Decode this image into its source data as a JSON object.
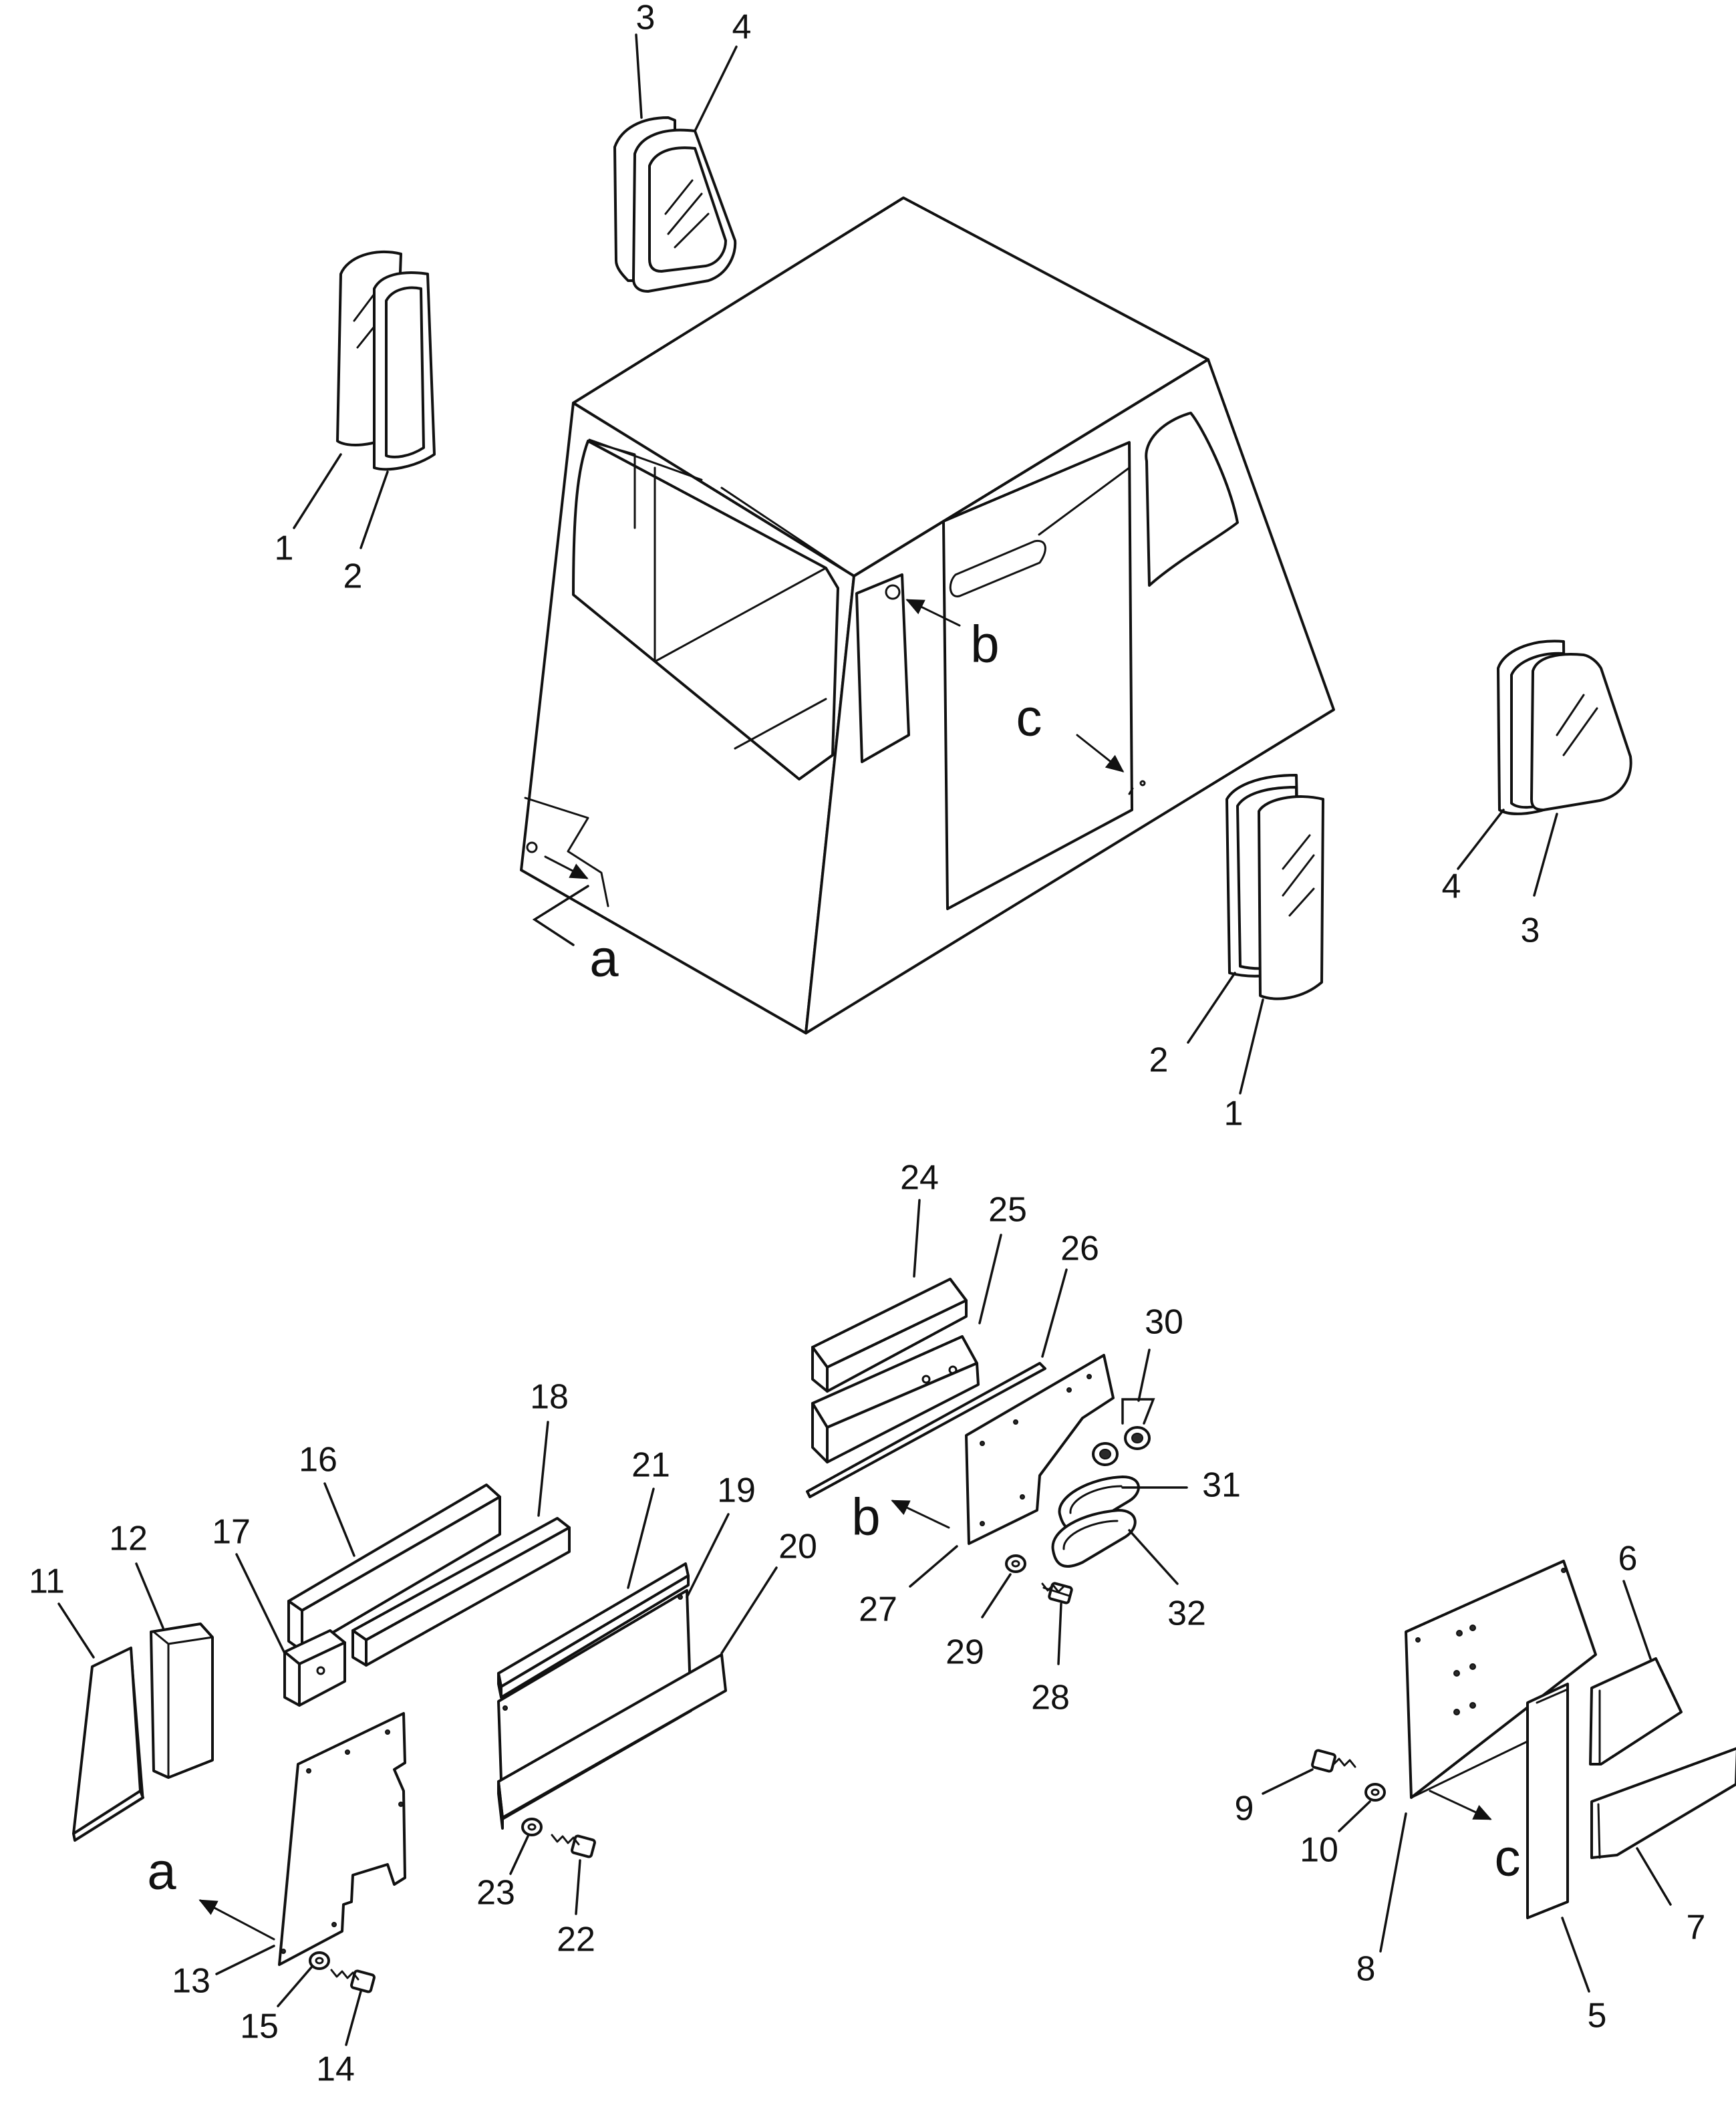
{
  "callouts": {
    "window_front_left": {
      "glass": "1",
      "seal": "2"
    },
    "window_top": {
      "seal": "3",
      "glass": "4"
    },
    "window_rear_right": {
      "glass": "1",
      "seal": "2"
    },
    "window_side_right": {
      "seal": "3",
      "glass": "4"
    },
    "panel_right": {
      "plate": "8",
      "bolt": "9",
      "washer": "10",
      "pad_upper": "6",
      "pad_lower": "7",
      "strip": "5"
    },
    "panel_left": {
      "pad_11": "11",
      "pad_12": "12",
      "plate": "13",
      "bolt": "14",
      "washer": "15",
      "pad_16": "16",
      "pad_17": "17",
      "strip_18": "18"
    },
    "panel_middle": {
      "plate_19": "19",
      "strip_20": "20",
      "strip_21": "21",
      "bolt": "22",
      "washer": "23"
    },
    "panel_upper": {
      "pad_24": "24",
      "pad_25": "25",
      "strip_26": "26",
      "plate_27": "27",
      "bolt": "28",
      "washer": "29",
      "grommet": "30",
      "seal_31": "31",
      "seal_32": "32"
    }
  },
  "view_refs": {
    "a": "a",
    "b": "b",
    "c": "c"
  },
  "icons": {
    "cab": "cab-body-icon",
    "window": "window-glass-icon",
    "bolt": "bolt-icon",
    "washer": "washer-icon",
    "arrow": "view-arrow-icon"
  }
}
